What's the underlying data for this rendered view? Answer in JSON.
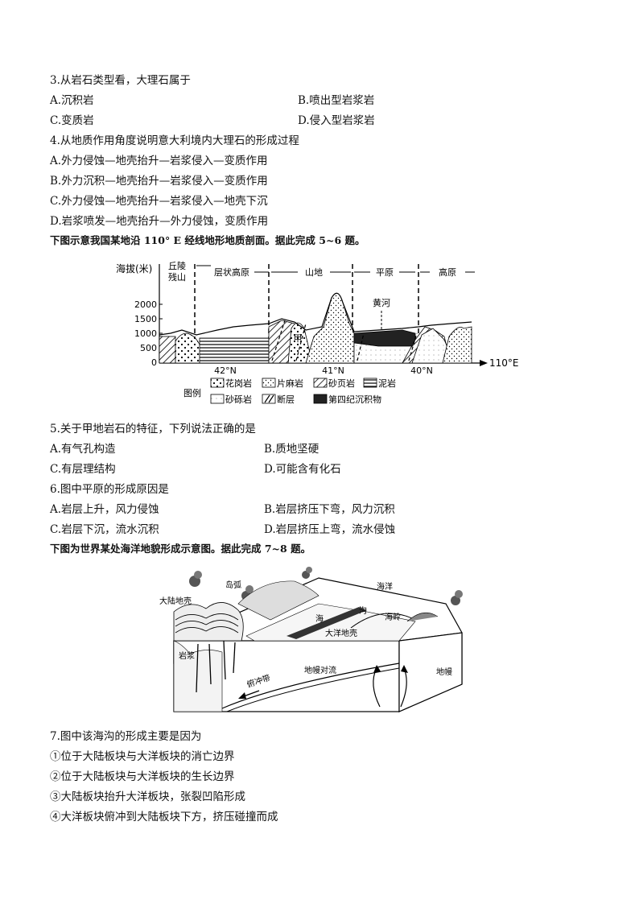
{
  "q3": {
    "stem": "3.从岩石类型看，大理石属于",
    "a": "A.沉积岩",
    "b": "B.喷出型岩浆岩",
    "c": "C.变质岩",
    "d": "D.侵入型岩浆岩"
  },
  "q4": {
    "stem": "4.从地质作用角度说明意大利境内大理石的形成过程",
    "a": "A.外力侵蚀—地壳抬升—岩浆侵入—变质作用",
    "b": "B.外力沉积—地壳抬升—岩浆侵入—变质作用",
    "c": "C.外力侵蚀—地壳抬升—岩浆侵入—地壳下沉",
    "d": "D.岩浆喷发—地壳抬升—外力侵蚀，变质作用"
  },
  "intro1": "下图示意我国某地沿 110° E 经线地形地质剖面。据此完成 5~6 题。",
  "fig1": {
    "ylabel": "海拔(米)",
    "yticks": [
      "2000",
      "1500",
      "1000",
      "500",
      "0"
    ],
    "regions": [
      "丘陵\n残山",
      "层状高原",
      "山地",
      "平原",
      "高原"
    ],
    "region1_line1": "丘陵",
    "region1_line2": "残山",
    "region2": "层状高原",
    "region3": "山地",
    "region4": "平原",
    "region5": "高原",
    "river": "黄河",
    "marker": "甲",
    "xticks": [
      "42°N",
      "41°N",
      "40°N"
    ],
    "axis_end": "110°E",
    "legend_title": "图例",
    "legend": [
      "花岗岩",
      "片麻岩",
      "砂页岩",
      "泥岩",
      "砂砾岩",
      "断层",
      "第四纪沉积物"
    ]
  },
  "q5": {
    "stem": "5.关于甲地岩石的特征，下列说法正确的是",
    "a": "A.有气孔构造",
    "b": "B.质地坚硬",
    "c": "C.有层理结构",
    "d": "D.可能含有化石"
  },
  "q6": {
    "stem": "6.图中平原的形成原因是",
    "a": "A.岩层上升，风力侵蚀",
    "b": "B.岩层挤压下弯，风力沉积",
    "c": "C.岩层下沉，流水沉积",
    "d": "D.岩层挤压上弯，流水侵蚀"
  },
  "intro2": "下图为世界某处海洋地貌形成示意图。据此完成 7~8 题。",
  "fig2": {
    "island_arc": "岛弧",
    "ocean": "海洋",
    "continental_crust": "大陆地壳",
    "trench_a": "海",
    "trench_b": "沟",
    "ridge": "海岭",
    "oceanic_crust": "大洋地壳",
    "magma": "岩浆",
    "subduction": "俯冲带",
    "convection": "地幔对流",
    "mantle": "地幔"
  },
  "q7": {
    "stem": "7.图中该海沟的形成主要是因为",
    "o1": "①位于大陆板块与大洋板块的消亡边界",
    "o2": "②位于大陆板块与大洋板块的生长边界",
    "o3": "③大陆板块抬升大洋板块，张裂凹陷形成",
    "o4": "④大洋板块俯冲到大陆板块下方，挤压碰撞而成"
  }
}
